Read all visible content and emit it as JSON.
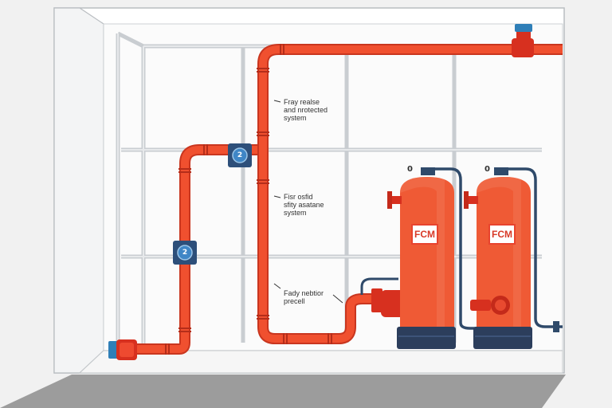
{
  "labels": {
    "callout_1": "Fray realse\nand nrotected\nsystem",
    "callout_2": "Fisr osfid\nsfity asatane\nsystem",
    "callout_3": "Fady nebtior\nprecell"
  },
  "valves": {
    "valve_upper": "2",
    "valve_lower": "2"
  },
  "tanks": {
    "tank_left": {
      "plate": "FCM",
      "gauge": "0"
    },
    "tank_right": {
      "plate": "FCM",
      "gauge": "0"
    }
  },
  "colors": {
    "pipe": "#f0502f",
    "pipe_dark": "#c9361f",
    "tank": "#ef5a35",
    "tank_base": "#2c3e5c",
    "frame": "#c8ccd0",
    "valve": "#2d4f7a",
    "gauge_line": "#2f4a6a"
  }
}
